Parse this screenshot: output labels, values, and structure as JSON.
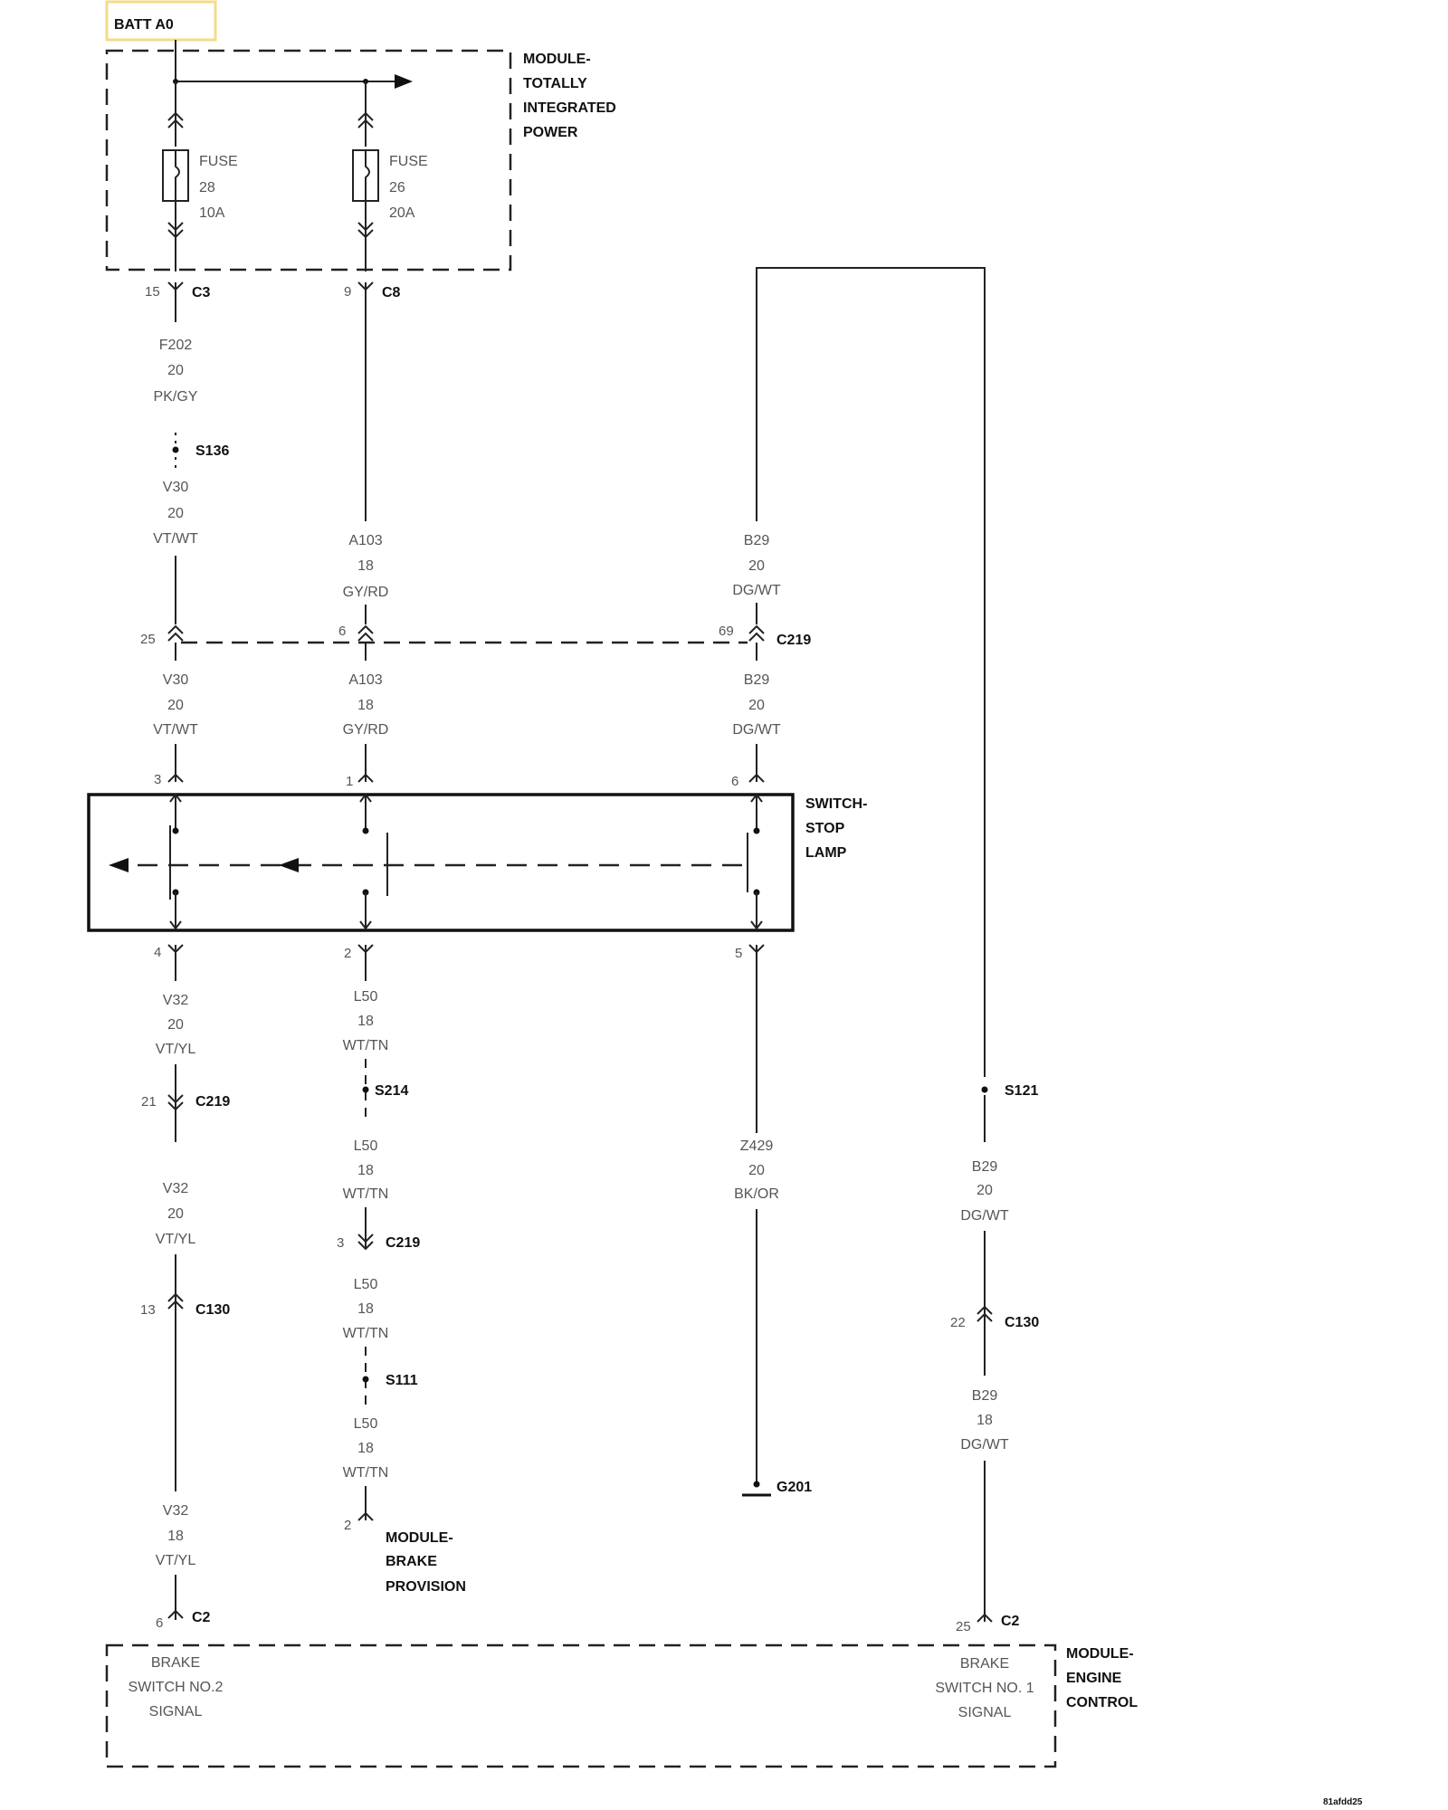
{
  "batt": {
    "label": "BATT A0",
    "highlight_color": "#f3dc86"
  },
  "tipm": {
    "line1": "MODULE-",
    "line2": "TOTALLY",
    "line3": "INTEGRATED",
    "line4": "POWER"
  },
  "fuse28": {
    "label": "FUSE",
    "number": "28",
    "rating": "10A"
  },
  "fuse26": {
    "label": "FUSE",
    "number": "26",
    "rating": "20A"
  },
  "c3": {
    "pin": "15",
    "name": "C3"
  },
  "c8": {
    "pin": "9",
    "name": "C8"
  },
  "f202": {
    "circuit": "F202",
    "gauge": "20",
    "color": "PK/GY"
  },
  "s136": {
    "name": "S136"
  },
  "v30_a": {
    "circuit": "V30",
    "gauge": "20",
    "color": "VT/WT"
  },
  "a103_a": {
    "circuit": "A103",
    "gauge": "18",
    "color": "GY/RD"
  },
  "b29_a": {
    "circuit": "B29",
    "gauge": "20",
    "color": "DG/WT"
  },
  "c219_top": {
    "pin_left": "25",
    "pin_mid": "6",
    "pin_right": "69",
    "name": "C219"
  },
  "v30_b": {
    "circuit": "V30",
    "gauge": "20",
    "color": "VT/WT"
  },
  "a103_b": {
    "circuit": "A103",
    "gauge": "18",
    "color": "GY/RD"
  },
  "b29_b": {
    "circuit": "B29",
    "gauge": "20",
    "color": "DG/WT"
  },
  "switch": {
    "line1": "SWITCH-",
    "line2": "STOP",
    "line3": "LAMP",
    "pin_in_left": "3",
    "pin_in_mid": "1",
    "pin_in_right": "6",
    "pin_out_left": "4",
    "pin_out_mid": "2",
    "pin_out_right": "5"
  },
  "v32_a": {
    "circuit": "V32",
    "gauge": "20",
    "color": "VT/YL"
  },
  "l50_a": {
    "circuit": "L50",
    "gauge": "18",
    "color": "WT/TN"
  },
  "c219_left": {
    "pin": "21",
    "name": "C219"
  },
  "s214": {
    "name": "S214"
  },
  "s121": {
    "name": "S121"
  },
  "v32_b": {
    "circuit": "V32",
    "gauge": "20",
    "color": "VT/YL"
  },
  "l50_b": {
    "circuit": "L50",
    "gauge": "18",
    "color": "WT/TN"
  },
  "z429": {
    "circuit": "Z429",
    "gauge": "20",
    "color": "BK/OR"
  },
  "b29_c": {
    "circuit": "B29",
    "gauge": "20",
    "color": "DG/WT"
  },
  "c219_mid": {
    "pin": "3",
    "name": "C219"
  },
  "c130_left": {
    "pin": "13",
    "name": "C130"
  },
  "c130_right": {
    "pin": "22",
    "name": "C130"
  },
  "l50_c": {
    "circuit": "L50",
    "gauge": "18",
    "color": "WT/TN"
  },
  "s111": {
    "name": "S111"
  },
  "l50_d": {
    "circuit": "L50",
    "gauge": "18",
    "color": "WT/TN"
  },
  "b29_d": {
    "circuit": "B29",
    "gauge": "18",
    "color": "DG/WT"
  },
  "g201": {
    "name": "G201"
  },
  "v32_c": {
    "circuit": "V32",
    "gauge": "18",
    "color": "VT/YL"
  },
  "brake_provision": {
    "pin": "2",
    "line1": "MODULE-",
    "line2": "BRAKE",
    "line3": "PROVISION"
  },
  "c2_left": {
    "pin": "6",
    "name": "C2"
  },
  "c2_right": {
    "pin": "25",
    "name": "C2"
  },
  "ecm": {
    "line1": "MODULE-",
    "line2": "ENGINE",
    "line3": "CONTROL",
    "sig2_line1": "BRAKE",
    "sig2_line2": "SWITCH NO.2",
    "sig2_line3": "SIGNAL",
    "sig1_line1": "BRAKE",
    "sig1_line2": "SWITCH NO. 1",
    "sig1_line3": "SIGNAL"
  },
  "doc_id": "81afdd25"
}
